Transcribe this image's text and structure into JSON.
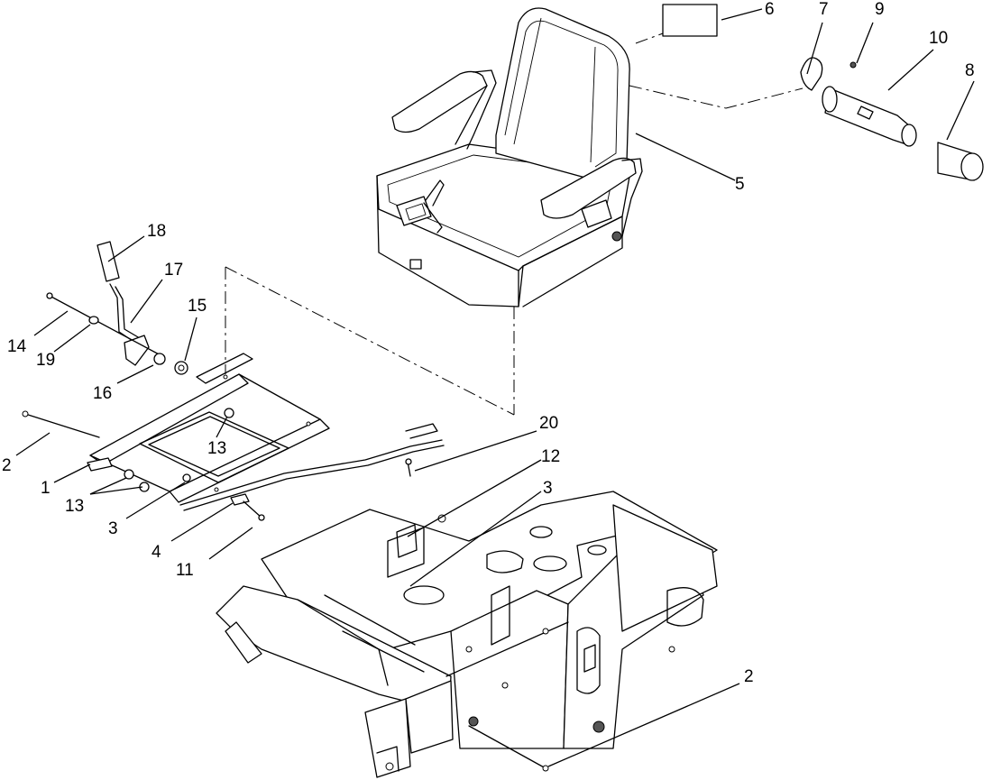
{
  "diagram": {
    "callouts": {
      "c1": "1",
      "c2a": "2",
      "c2b": "2",
      "c3a": "3",
      "c3b": "3",
      "c4": "4",
      "c5": "5",
      "c6": "6",
      "c7": "7",
      "c8": "8",
      "c9": "9",
      "c10": "10",
      "c11": "11",
      "c12": "12",
      "c13a": "13",
      "c13b": "13",
      "c14": "14",
      "c15": "15",
      "c16": "16",
      "c17": "17",
      "c18": "18",
      "c19": "19",
      "c20": "20"
    }
  }
}
